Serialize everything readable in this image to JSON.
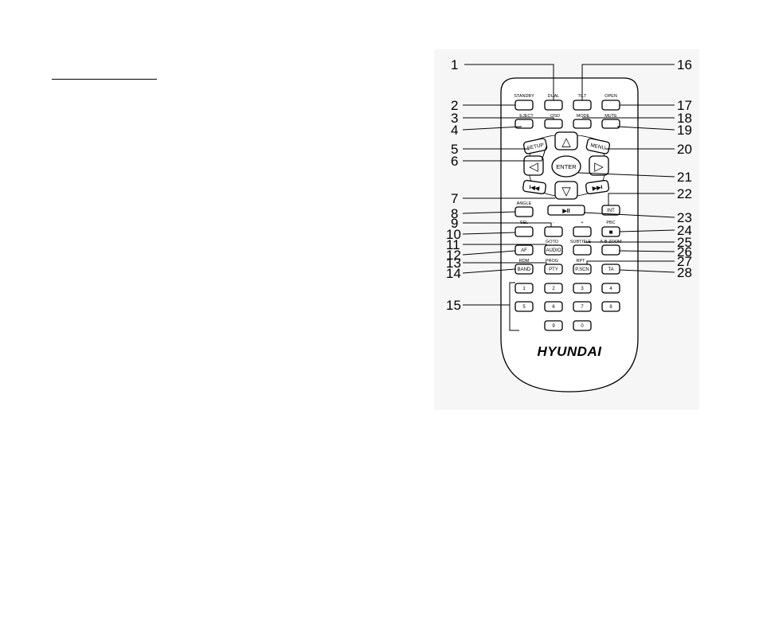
{
  "page": {
    "brand": "HYUNDAI"
  },
  "remote": {
    "buttons": {
      "standby": {
        "label": "STANDBY",
        "text": ""
      },
      "dual": {
        "label": "DUAL",
        "text": ""
      },
      "tilt": {
        "label": "TILT",
        "text": ""
      },
      "open": {
        "label": "OPEN",
        "text": ""
      },
      "eject": {
        "label": "EJECT",
        "text": ""
      },
      "osd": {
        "label": "OSD",
        "text": ""
      },
      "mode": {
        "label": "MODE",
        "text": ""
      },
      "mute": {
        "label": "MUTE",
        "text": ""
      },
      "setup": {
        "text": "SETUP"
      },
      "menu": {
        "text": "MENU"
      },
      "enter": {
        "text": "ENTER"
      },
      "up": {
        "text": "△"
      },
      "down": {
        "text": "▽"
      },
      "left": {
        "text": "◁"
      },
      "right": {
        "text": "▷"
      },
      "prev": {
        "text": "I◀◀"
      },
      "next": {
        "text": "▶▶I"
      },
      "angle": {
        "label": "ANGLE",
        "text": ""
      },
      "int": {
        "label": "",
        "text": "INT"
      },
      "play_pause": {
        "text": "▶II"
      },
      "sel": {
        "label": "SEL",
        "text": ""
      },
      "minus": {
        "label": "-",
        "text": ""
      },
      "plus": {
        "label": "+",
        "text": ""
      },
      "pbc": {
        "label": "PBC",
        "text": "■"
      },
      "af": {
        "label": "",
        "text": "AF"
      },
      "audio": {
        "label": "GOTO",
        "text": "AUDIO"
      },
      "subtitle": {
        "label": "SUBTITLE",
        "text": ""
      },
      "zoom": {
        "label": "A-B ZOOM",
        "text": ""
      },
      "band": {
        "label": "RDM",
        "text": "BAND"
      },
      "pty": {
        "label": "PROG",
        "text": "PTY"
      },
      "pscn": {
        "label": "RPT",
        "text": "P.SCN"
      },
      "ta": {
        "label": "",
        "text": "TA"
      },
      "num1": {
        "text": "1"
      },
      "num2": {
        "text": "2"
      },
      "num3": {
        "text": "3"
      },
      "num4": {
        "text": "4"
      },
      "num5": {
        "text": "5"
      },
      "num6": {
        "text": "6"
      },
      "num7": {
        "text": "7"
      },
      "num8": {
        "text": "8"
      },
      "num9": {
        "text": "9"
      },
      "num0": {
        "text": "0"
      }
    }
  },
  "callouts": {
    "c1": "1",
    "c2": "2",
    "c3": "3",
    "c4": "4",
    "c5": "5",
    "c6": "6",
    "c7": "7",
    "c8": "8",
    "c9": "9",
    "c10": "10",
    "c11": "11",
    "c12": "12",
    "c13": "13",
    "c14": "14",
    "c15": "15",
    "c16": "16",
    "c17": "17",
    "c18": "18",
    "c19": "19",
    "c20": "20",
    "c21": "21",
    "c22": "22",
    "c23": "23",
    "c24": "24",
    "c25": "25",
    "c26": "26",
    "c27": "27",
    "c28": "28"
  }
}
